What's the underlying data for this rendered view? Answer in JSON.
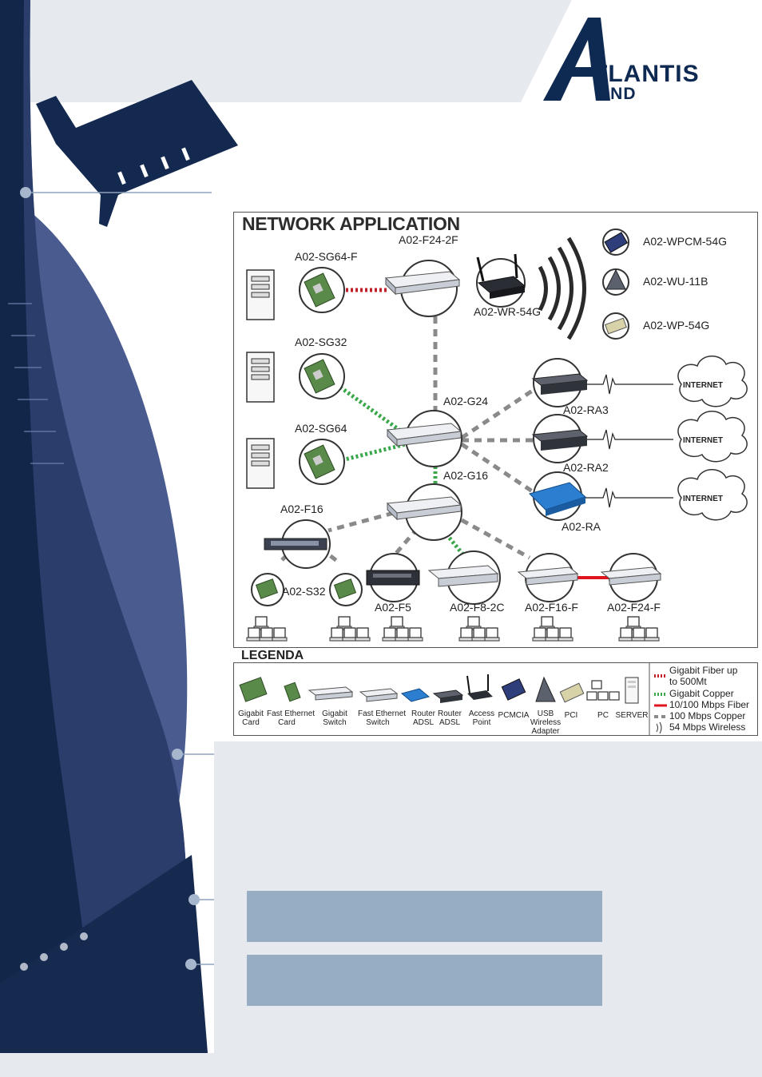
{
  "brand": {
    "line1": "TLANTIS",
    "line2": "AND",
    "letter": "A"
  },
  "diagram": {
    "title": "NETWORK APPLICATION",
    "labels": {
      "sg64f": "A02-SG64-F",
      "f24_2f": "A02-F24-2F",
      "wr54g": "A02-WR-54G",
      "wpcm54g": "A02-WPCM-54G",
      "wu11b": "A02-WU-11B",
      "wp54g": "A02-WP-54G",
      "sg32": "A02-SG32",
      "g24": "A02-G24",
      "ra3": "A02-RA3",
      "sg64": "A02-SG64",
      "ra2": "A02-RA2",
      "g16": "A02-G16",
      "f16": "A02-F16",
      "ra": "A02-RA",
      "s32": "A02-S32",
      "f5": "A02-F5",
      "f8_2c": "A02-F8-2C",
      "f16f": "A02-F16-F",
      "f24f": "A02-F24-F"
    },
    "internet_label": "INTERNET"
  },
  "legend": {
    "title": "LEGENDA",
    "items": [
      {
        "label": "Gigabit\nCard"
      },
      {
        "label": "Fast Ethernet\nCard"
      },
      {
        "label": "Gigabit\nSwitch"
      },
      {
        "label": "Fast Ethernet\nSwitch"
      },
      {
        "label": "Router\nADSL"
      },
      {
        "label": "Router\nADSL"
      },
      {
        "label": "Access\nPoint"
      },
      {
        "label": "PCMCIA"
      },
      {
        "label": "USB\nWireless\nAdapter"
      },
      {
        "label": "PCI"
      },
      {
        "label": "PC"
      },
      {
        "label": "SERVER"
      }
    ],
    "lines": [
      {
        "label": "Gigabit Fiber up",
        "label2": "to 500Mt",
        "color": "#c0202a"
      },
      {
        "label": "Gigabit Copper",
        "color": "#3aa84a"
      },
      {
        "label": "10/100 Mbps Fiber",
        "color": "#e0141e"
      },
      {
        "label": "100 Mbps Copper",
        "color": "#8a8a8a"
      },
      {
        "label": "54 Mbps Wireless",
        "color": "#333333"
      }
    ]
  },
  "colors": {
    "navy": "#0f2a52",
    "mid_blue": "#3a4f86",
    "panel": "#e6e9ee",
    "box": "#96adc3"
  }
}
